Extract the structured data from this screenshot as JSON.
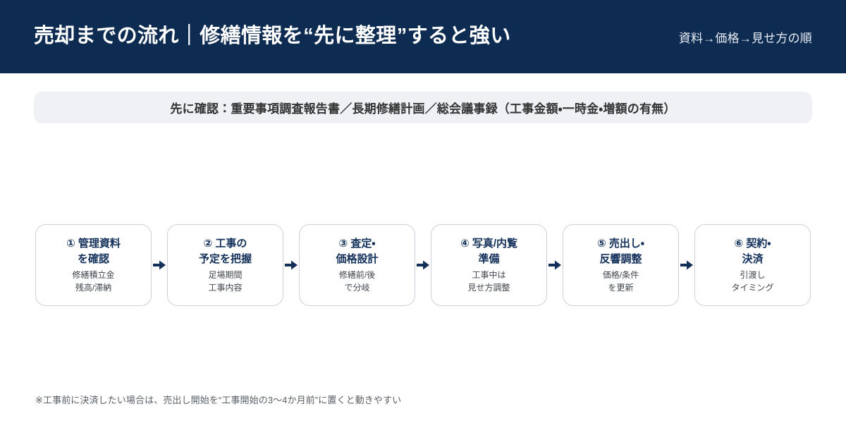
{
  "header": {
    "title": "売却までの流れ｜修繕情報を“先に整理”すると強い",
    "note": "資料→価格→見せ方の順",
    "background_color": "#0e2c52",
    "title_color": "#ffffff"
  },
  "banner": {
    "text": "先に確認：重要事項調査報告書／長期修繕計画／総会議事録（工事金額・一時金・増額の有無）",
    "background_color": "#eff1f5",
    "text_color": "#333333"
  },
  "flow": {
    "accent_color": "#13305a",
    "card_border_color": "#ccd1d9",
    "arrow_color": "#13305a",
    "steps": [
      {
        "title": "① 管理資料\nを確認",
        "sub": "修繕積立金\n残高/滞納"
      },
      {
        "title": "② 工事の\n予定を把握",
        "sub": "足場期間\n工事内容"
      },
      {
        "title": "③ 査定・\n価格設計",
        "sub": "修繕前/後\nで分岐"
      },
      {
        "title": "④ 写真/内覧\n準備",
        "sub": "工事中は\n見せ方調整"
      },
      {
        "title": "⑤ 売出し・\n反響調整",
        "sub": "価格/条件\nを更新"
      },
      {
        "title": "⑥ 契約・\n決済",
        "sub": "引渡し\nタイミング"
      }
    ]
  },
  "footnote": {
    "text": "※工事前に決済したい場合は、売出し開始を“工事開始の3〜4か月前”に置くと動きやすい",
    "color": "#5a5f66"
  }
}
